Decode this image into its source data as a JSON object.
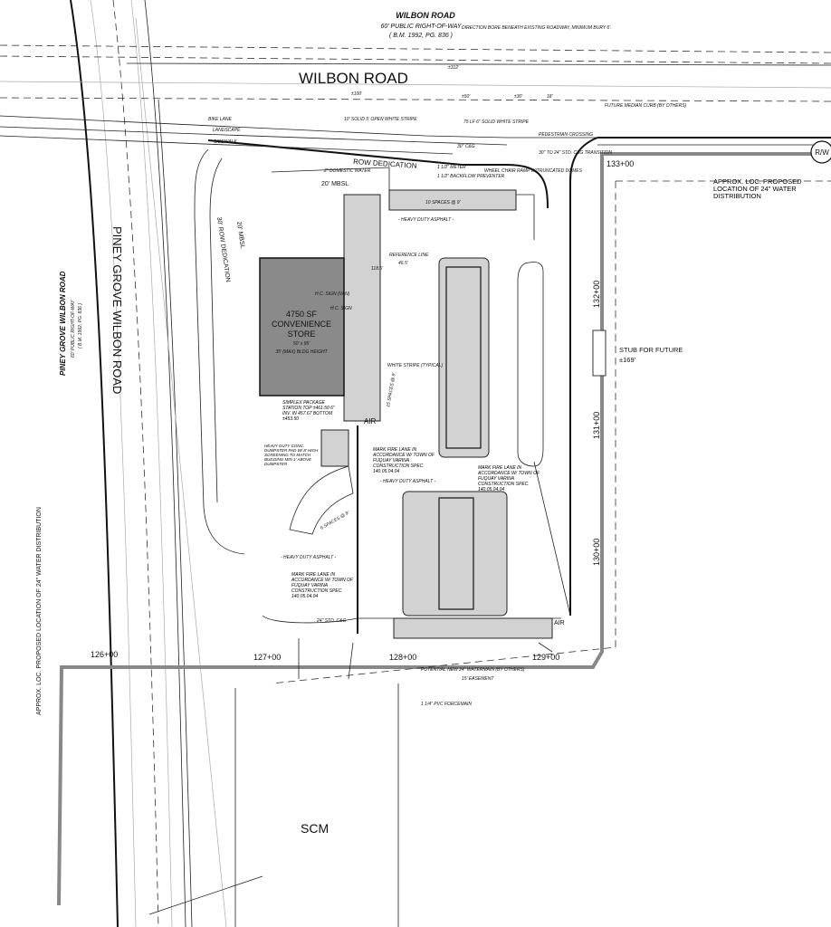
{
  "roads": {
    "wilbon_title": "WILBON ROAD",
    "wilbon_row": "60' PUBLIC RIGHT-OF-WAY",
    "wilbon_book": "( B.M. 1992, PG. 836 )",
    "wilbon_label": "WILBON ROAD",
    "piney_title": "PINEY GROVE WILBON ROAD",
    "piney_row": "60' PUBLIC RIGHT-OF-WAY",
    "piney_book": "( B.M. 1992, PG. 836 )",
    "piney_label": "PINEY GROVE WILBON ROAD"
  },
  "notes": {
    "bore": "DIRECTION BORE BENEATH EXISTING ROADWAY, MINIMUM BURY 6'.",
    "dim_312": "±312'",
    "dim_100": "±100'",
    "dim_50": "±50'",
    "dim_30": "±30'",
    "dim_18": "18'",
    "stripe_10": "10' SOLID 5' OPEN WHITE STRIPE",
    "stripe_75": "75 LF 6\" SOLID WHITE STRIPE",
    "bike_lane": "BIKE LANE",
    "landscape": "LANDSCAPE",
    "sidewalk": "SIDEWALK",
    "row_dedication": "ROW DEDICATION",
    "row_dedication_30": "30' ROW DEDICATION",
    "mbsl_20": "20' MBSL",
    "mbsl_20_v": "20' MBSL",
    "domestic_water": "2\" DOMESTIC WATER",
    "meter": "1 1/2\" METER",
    "backflow": "1 1/2\" BACKFLOW PREVENTER",
    "ped_crossing": "PEDESTRIAN CROSSING",
    "ramp": "WHEEL CHAIR RAMP W/TRUNCATED DOMES",
    "cg_transition": "30\" TO 24\" STD. C&G TRANSITION",
    "future_median": "FUTURE MEDIAN CURB (BY OTHERS)",
    "cg_30": "30\" C&G",
    "heavy_asphalt_1": "- HEAVY DUTY ASPHALT -",
    "heavy_asphalt_2": "- HEAVY DUTY ASPHALT -",
    "heavy_asphalt_3": "- HEAVY DUTY ASPHALT -",
    "spaces_10": "10 SPACES @ 9'",
    "spaces_15": "15 SPACES @ 9'",
    "spaces_6": "6 SPACES @ 9'",
    "reference_line": "REFERENCE LINE",
    "white_stripe": "WHITE STRIPE (TYPICAL)",
    "fire_lane_1": "MARK FIRE LANE IN ACCORDANCE W/ TOWN OF FUQUAY VARINA CONSTRUCTION SPEC. 140.05.04.04",
    "fire_lane_2": "MARK FIRE LANE IN ACCORDANCE W/ TOWN OF FUQUAY VARINA CONSTRUCTION SPEC. 140.05.04.04",
    "fire_lane_3": "MARK FIRE LANE IN ACCORDANCE W/ TOWN OF FUQUAY VARINA CONSTRUCTION SPEC. 140.05.04.04",
    "package_station": "SIMPLEX PACKAGE STATION TOP ±461.50 6\" INV. IN 457.67 BOTTOM ±453.50",
    "dumpster": "HEAVY DUTY CONC. DUMPSTER PAD W/ 8' HIGH SCREENING TO MATCH BUILDING MIN 1' ABOVE DUMPSTER",
    "air": "AIR",
    "air_2": "AIR",
    "approx_loc": "APPROX. LOC. PROPOSED LOCATION OF 24\" WATER DISTRIBUTION",
    "approx_loc_left": "APPROX. LOC. PROPOSED LOCATION OF 24\" WATER DISTRIBUTION",
    "stub": "STUB FOR FUTURE",
    "stub_len": "±169'",
    "rw": "R/W",
    "potential_main": "POTENTIAL NEW 24\" WATERMAIN (BY OTHERS)",
    "easement": "15' EASEMENT",
    "forcemain": "1 1/4\" PVC FORCEMAIN",
    "std_cg_24": "24\" STD. C&G",
    "dim_118": "118.5'",
    "dim_46": "46.5'"
  },
  "store": {
    "area": "4750 SF",
    "line1": "CONVENIENCE",
    "line2": "STORE",
    "size": "50' x 95'",
    "height": "35' (MAX) BLDG HEIGHT",
    "hc_sign_van": "H.C. SIGN (VAN)",
    "hc_sign": "H.C. SIGN"
  },
  "stations": [
    "126+00",
    "127+00",
    "128+00",
    "129+00",
    "130+00",
    "131+00",
    "132+00",
    "133+00"
  ],
  "scm": "SCM"
}
